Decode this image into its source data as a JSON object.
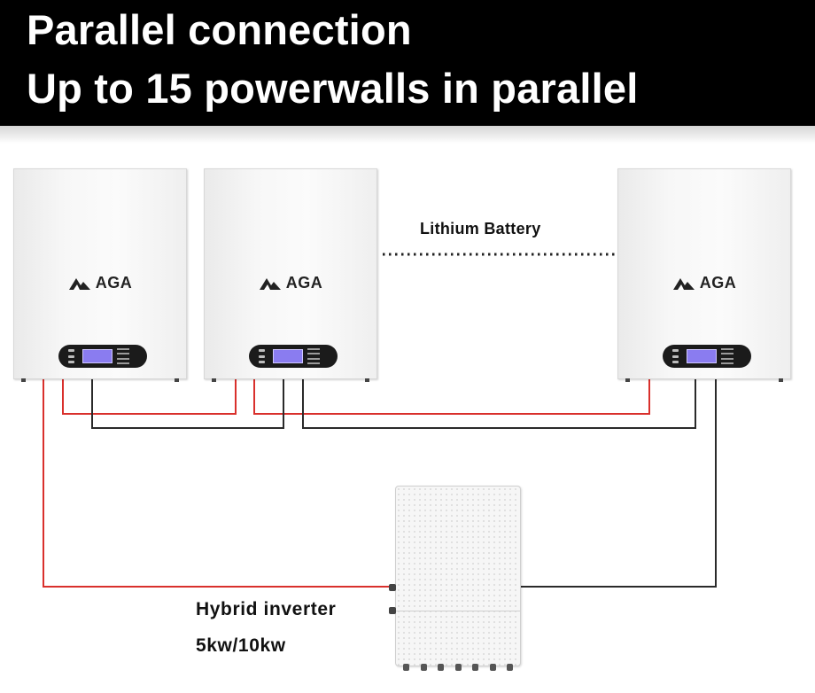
{
  "header": {
    "line1": "Parallel connection",
    "line2": "Up to 15 powerwalls in parallel"
  },
  "batteries": [
    {
      "brand": "AGA"
    },
    {
      "brand": "AGA"
    },
    {
      "brand": "AGA"
    }
  ],
  "battery_label": "Lithium Battery",
  "inverter": {
    "name": "Hybrid inverter",
    "rating": "5kw/10kw"
  },
  "colors": {
    "positive_wire": "#d9302c",
    "negative_wire": "#2a2a2a",
    "banner": "#000000",
    "display": "#8a7cf0"
  }
}
